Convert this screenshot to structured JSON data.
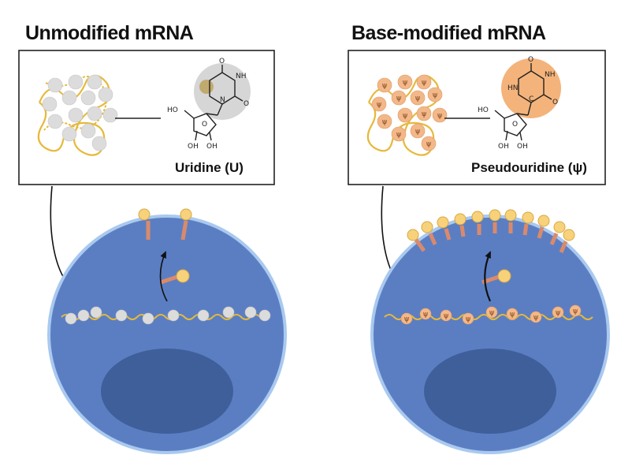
{
  "panels": {
    "left": {
      "title": "Unmodified mRNA",
      "molecule_label": "Uridine (U)",
      "atoms": {
        "o1": "O",
        "nh": "NH",
        "o2": "O",
        "n": "N",
        "ho": "HO",
        "oh1": "OH",
        "oh2": "OH",
        "ring_o": "O"
      }
    },
    "right": {
      "title": "Base-modified mRNA",
      "molecule_label": "Pseudouridine (ψ)",
      "psi_symbol": "ψ",
      "atoms": {
        "o1": "O",
        "nh1": "NH",
        "hn": "HN",
        "o2": "O",
        "c": "C",
        "ho": "HO",
        "oh1": "OH",
        "oh2": "OH",
        "ring_o": "O"
      }
    }
  },
  "colors": {
    "cell_fill": "#5b7ec3",
    "cell_edge": "#a9c9ef",
    "nucleus": "#3f5f9a",
    "uridine_bead": "#dcdcdc",
    "psi_bead": "#f3b889",
    "strand": "#e6b93a",
    "protein_head": "#f7d27a",
    "protein_stem": "#d98a6c",
    "uridine_highlight": "#d6d6d6",
    "psi_highlight": "#f4b37a"
  },
  "icons": [
    "cell-icon",
    "nucleus-icon",
    "mrna-strand-icon",
    "protein-icon",
    "arrow-icon",
    "chemical-structure-icon"
  ]
}
